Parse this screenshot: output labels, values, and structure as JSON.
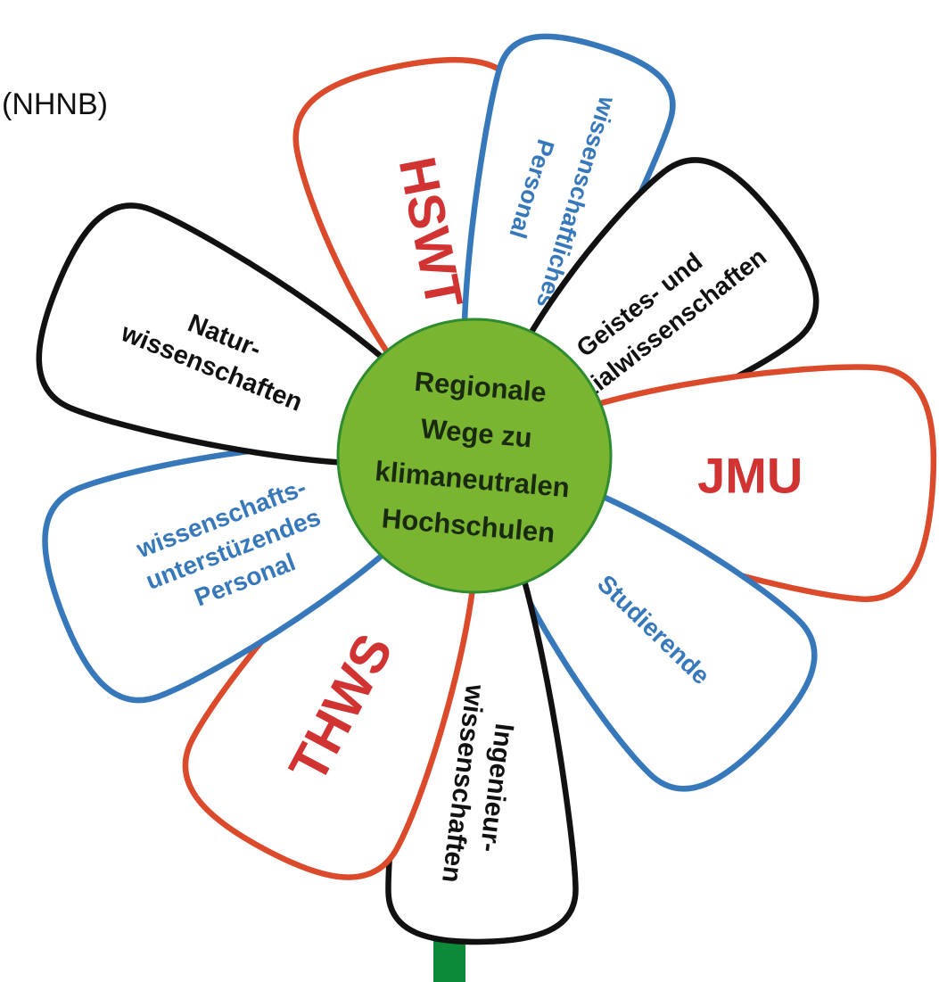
{
  "corner_text": "(NHNB)",
  "colors": {
    "red": "#DC4A2C",
    "red_text": "#D13333",
    "blue": "#3778BB",
    "black": "#111111",
    "center_fill": "#7AB531",
    "center_stroke": "#2E8B2E",
    "stem": "#0C8A3A"
  },
  "center": {
    "lines": [
      "Regionale",
      "Wege zu",
      "klimaneutralen",
      "Hochschulen"
    ]
  },
  "petals": [
    {
      "id": "hswt",
      "color": "red",
      "text_color": "red_text",
      "lines": [
        "HSWT"
      ]
    },
    {
      "id": "wiss-personal",
      "color": "blue",
      "text_color": "blue",
      "lines": [
        "wissenschaftliches",
        "Personal"
      ]
    },
    {
      "id": "geistes",
      "color": "black",
      "text_color": "black",
      "lines": [
        "Geistes- und",
        "Sozialwissenschaften"
      ]
    },
    {
      "id": "jmu",
      "color": "red",
      "text_color": "red_text",
      "lines": [
        "JMU"
      ]
    },
    {
      "id": "studierende",
      "color": "blue",
      "text_color": "blue",
      "lines": [
        "Studierende"
      ]
    },
    {
      "id": "ingenieur",
      "color": "black",
      "text_color": "black",
      "lines": [
        "Ingenieur-",
        "wissenschaften"
      ]
    },
    {
      "id": "thws",
      "color": "red",
      "text_color": "red_text",
      "lines": [
        "THWS"
      ]
    },
    {
      "id": "wiss-unterst",
      "color": "blue",
      "text_color": "blue",
      "lines": [
        "wissenschafts-",
        "unterstüzendes",
        "Personal"
      ]
    },
    {
      "id": "natur",
      "color": "black",
      "text_color": "black",
      "lines": [
        "Natur-",
        "wissenschaften"
      ]
    }
  ]
}
